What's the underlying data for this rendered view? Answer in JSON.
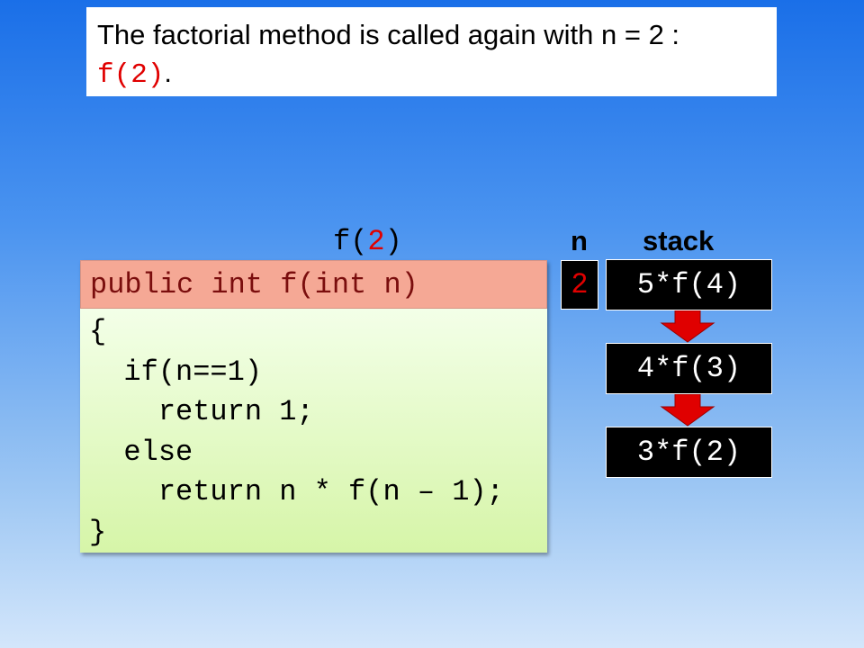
{
  "caption": {
    "text": "The factorial method is called again with n = 2 :",
    "code": "f(2)",
    "suffix": "."
  },
  "call_label": {
    "prefix": "f(",
    "arg": "2",
    "suffix": ")"
  },
  "code": {
    "header": "public int f(int n)",
    "lines": [
      "{",
      "  if(n==1)",
      "    return 1;",
      "  else",
      "    return n * f(n – 1);",
      "}"
    ]
  },
  "n_label": "n",
  "n_value": "2",
  "stack_label": "stack",
  "stack": [
    "5*f(4)",
    "4*f(3)",
    "3*f(2)"
  ],
  "colors": {
    "highlight": "#e00000",
    "header_bg": "#f5a895",
    "body_bg": "#d6f5a8",
    "box_bg": "#000000",
    "arrow": "#e00000"
  }
}
